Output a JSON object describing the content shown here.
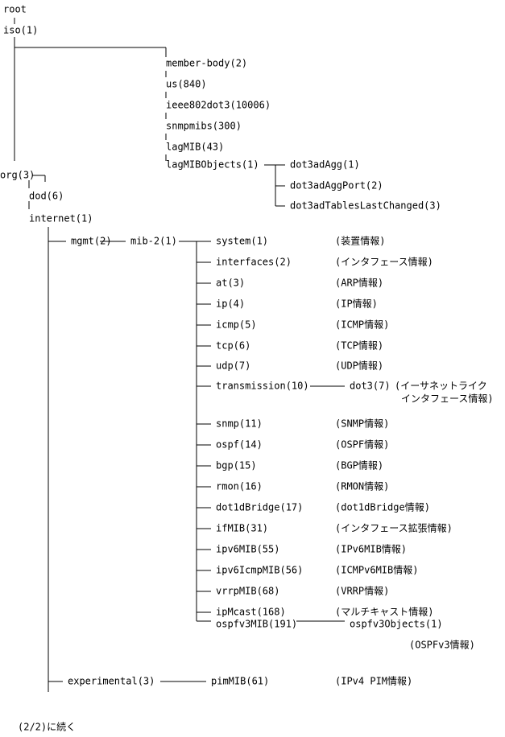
{
  "tree": {
    "root": "root",
    "iso": "iso(1)",
    "member_body": "member-body(2)",
    "us": "us(840)",
    "ieee802dot3": "ieee802dot3(10006)",
    "snmpmibs": "snmpmibs(300)",
    "lagmib": "lagMIB(43)",
    "lagmibobjects": "lagMIBObjects(1)",
    "dot3adagg": "dot3adAgg(1)",
    "dot3adaggport": "dot3adAggPort(2)",
    "dot3adtableslastchanged": "dot3adTablesLastChanged(3)",
    "org": "org(3)",
    "dod": "dod(6)",
    "internet": "internet(1)",
    "mgmt": "mgmt(2)",
    "mib2": "mib-2(1)",
    "mib2_children": [
      {
        "name": "system(1)",
        "note": "(装置情報)"
      },
      {
        "name": "interfaces(2)",
        "note": "(インタフェース情報)"
      },
      {
        "name": "at(3)",
        "note": "(ARP情報)"
      },
      {
        "name": "ip(4)",
        "note": "(IP情報)"
      },
      {
        "name": "icmp(5)",
        "note": "(ICMP情報)"
      },
      {
        "name": "tcp(6)",
        "note": "(TCP情報)"
      },
      {
        "name": "udp(7)",
        "note": "(UDP情報)"
      },
      {
        "name": "transmission(10)",
        "note": ""
      },
      {
        "name": "snmp(11)",
        "note": "(SNMP情報)"
      },
      {
        "name": "ospf(14)",
        "note": "(OSPF情報)"
      },
      {
        "name": "bgp(15)",
        "note": "(BGP情報)"
      },
      {
        "name": "rmon(16)",
        "note": "(RMON情報)"
      },
      {
        "name": "dot1dBridge(17)",
        "note": "(dot1dBridge情報)"
      },
      {
        "name": "ifMIB(31)",
        "note": "(インタフェース拡張情報)"
      },
      {
        "name": "ipv6MIB(55)",
        "note": "(IPv6MIB情報)"
      },
      {
        "name": "ipv6IcmpMIB(56)",
        "note": "(ICMPv6MIB情報)"
      },
      {
        "name": "vrrpMIB(68)",
        "note": "(VRRP情報)"
      },
      {
        "name": "ipMcast(168)",
        "note": "(マルチキャスト情報)"
      },
      {
        "name": "ospfv3MIB(191)",
        "note": ""
      }
    ],
    "dot3": "dot3(7)",
    "dot3_note_1": "(イーサネットライク",
    "dot3_note_2": "インタフェース情報)",
    "ospfv3objects": "ospfv3Objects(1)",
    "ospfv3_note": "(OSPFv3情報)",
    "experimental": "experimental(3)",
    "pimmib": "pimMIB(61)",
    "pimmib_note": "(IPv4 PIM情報)"
  },
  "footer": "(2/2)に続く"
}
